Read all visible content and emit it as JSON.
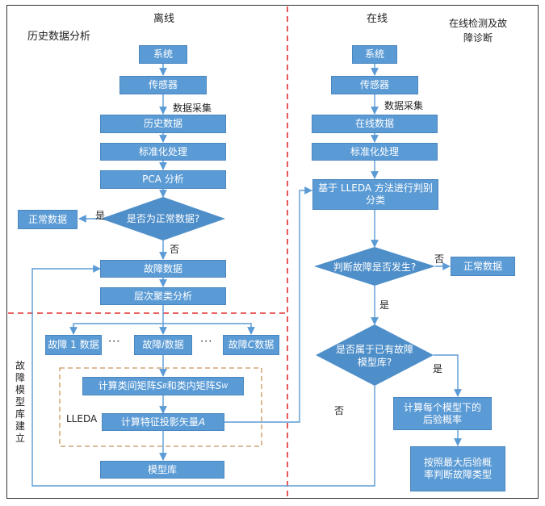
{
  "headers": {
    "offline": "离线",
    "online": "在线",
    "history_analysis": "历史数据分析",
    "online_detect": "在线检测及故障诊断",
    "library_build": "故障模型库建立"
  },
  "offline": {
    "system": "系统",
    "sensor": "传感器",
    "data_collect": "数据采集",
    "history_data": "历史数据",
    "standardize": "标准化处理",
    "pca": "PCA 分析",
    "is_normal": "是否为正常数据?",
    "normal_data": "正常数据",
    "yes": "是",
    "no": "否",
    "fault_data": "故障数据",
    "cluster": "层次聚类分析",
    "fault1": "故障 1 数据",
    "faulti_prefix": "故障 ",
    "faulti_var": "i",
    "faulti_suffix": " 数据",
    "faultC_prefix": "故障 ",
    "faultC_var": "C",
    "faultC_suffix": " 数据",
    "ellipsis1": "···",
    "ellipsis2": "···",
    "scatter_prefix": "计算类间矩阵 ",
    "scatter_sb": "S",
    "scatter_sb_sub": "B",
    "scatter_mid": " 和类内矩阵 ",
    "scatter_sw": "S",
    "scatter_sw_sub": "W",
    "lleda": "LLEDA",
    "proj_prefix": "计算特征投影矢量 ",
    "proj_var": "A",
    "model_lib": "模型库"
  },
  "online": {
    "system": "系统",
    "sensor": "传感器",
    "data_collect": "数据采集",
    "online_data": "在线数据",
    "standardize": "标准化处理",
    "lleda_classify": "基于 LLEDA 方法进行判别分类",
    "fault_occur": "判断故障是否发生?",
    "no": "否",
    "normal_data": "正常数据",
    "yes": "是",
    "in_library": "是否属于已有故障模型库?",
    "yes2": "是",
    "no2": "否",
    "posterior": "计算每个模型下的后验概率",
    "decide": "按照最大后验概率判断故障类型"
  },
  "colors": {
    "box_fill": "#5b9bd5",
    "box_border": "#4a86bf",
    "diamond_fill": "#4f8fc9",
    "arrow": "#5b9bd5",
    "divider": "#e03030",
    "group_border": "#c8955a"
  }
}
